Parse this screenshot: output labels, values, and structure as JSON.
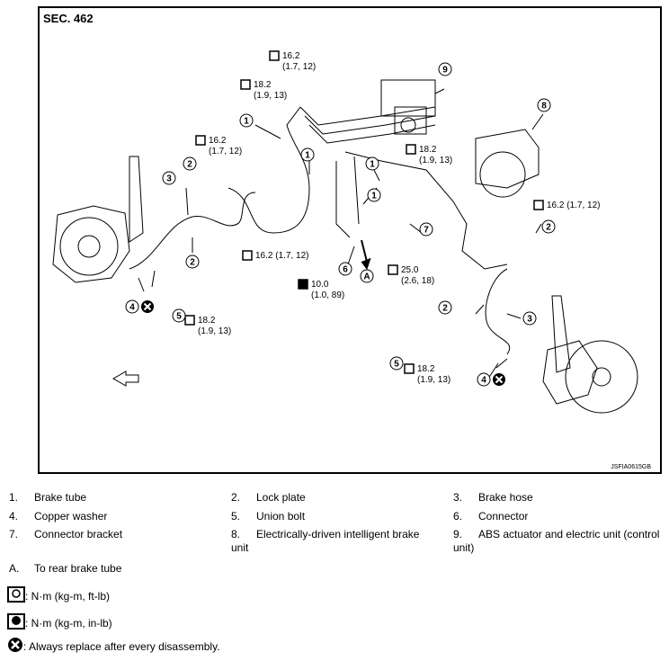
{
  "diagram": {
    "section": "SEC. 462",
    "ref_code": "JSFIA0615GB",
    "torques": [
      {
        "id": "t1",
        "value": "16.2",
        "sub": "(1.7, 12)"
      },
      {
        "id": "t2",
        "value": "18.2",
        "sub": "(1.9, 13)"
      },
      {
        "id": "t3",
        "value": "16.2",
        "sub": "(1.7, 12)"
      },
      {
        "id": "t4",
        "value": "18.2",
        "sub": "(1.9, 13)"
      },
      {
        "id": "t5",
        "value": "16.2 (1.7, 12)",
        "sub": ""
      },
      {
        "id": "t6",
        "value": "16.2 (1.7, 12)",
        "sub": ""
      },
      {
        "id": "t7",
        "value": "10.0",
        "sub": "(1.0, 89)"
      },
      {
        "id": "t8",
        "value": "25.0",
        "sub": "(2.6, 18)"
      },
      {
        "id": "t9",
        "value": "18.2",
        "sub": "(1.9, 13)"
      },
      {
        "id": "t10",
        "value": "18.2",
        "sub": "(1.9, 13)"
      }
    ],
    "callouts": [
      "1",
      "1",
      "1",
      "1",
      "2",
      "2",
      "2",
      "2",
      "3",
      "3",
      "4",
      "4",
      "5",
      "5",
      "6",
      "7",
      "8",
      "9",
      "A"
    ]
  },
  "legend": [
    {
      "num": "1.",
      "text": "Brake tube"
    },
    {
      "num": "2.",
      "text": "Lock plate"
    },
    {
      "num": "3.",
      "text": "Brake hose"
    },
    {
      "num": "4.",
      "text": "Copper washer"
    },
    {
      "num": "5.",
      "text": "Union bolt"
    },
    {
      "num": "6.",
      "text": "Connector"
    },
    {
      "num": "7.",
      "text": "Connector bracket"
    },
    {
      "num": "8.",
      "text": "Electrically-driven intelligent brake unit"
    },
    {
      "num": "9.",
      "text": "ABS actuator and electric unit (control unit)"
    }
  ],
  "note_a": {
    "num": "A.",
    "text": "To rear brake tube"
  },
  "symbols": [
    {
      "icon": "torque-wrench-icon",
      "text": ": N·m (kg-m, ft-lb)"
    },
    {
      "icon": "torque-wrench-filled-icon",
      "text": ": N·m (kg-m, in-lb)"
    },
    {
      "icon": "replace-x-icon",
      "text": ": Always replace after every disassembly."
    }
  ]
}
